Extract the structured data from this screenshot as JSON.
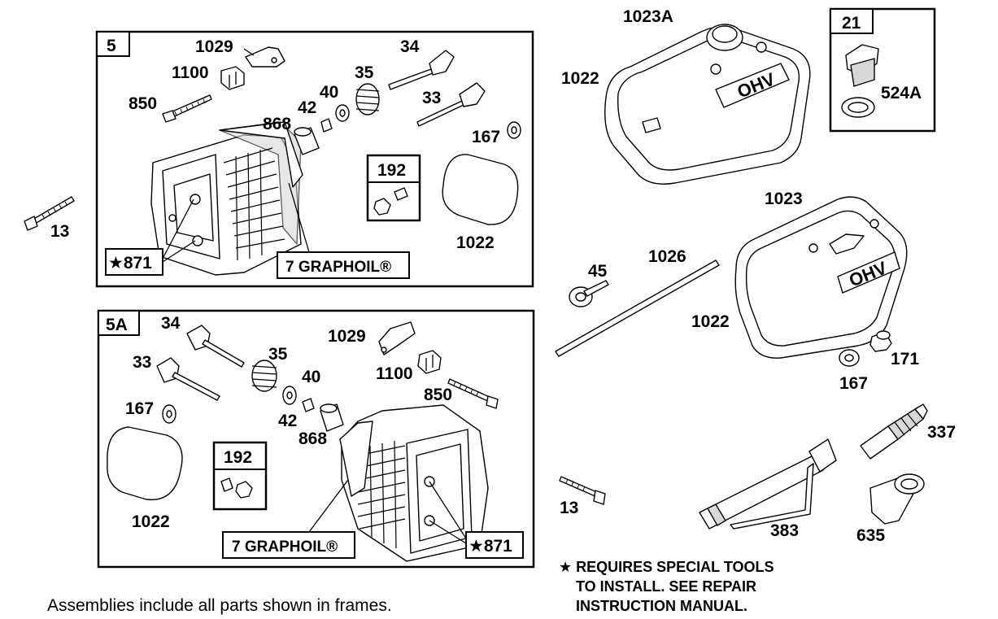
{
  "frames": {
    "frame_5": {
      "tag": "5",
      "labels": {
        "p1029": "1029",
        "p1100": "1100",
        "p850": "850",
        "p34": "34",
        "p35": "35",
        "p40": "40",
        "p42": "42",
        "p868": "868",
        "p33": "33",
        "p167": "167",
        "p1022": "1022",
        "kit192": "192",
        "star871": "★871",
        "graphoil": "7 GRAPHOIL®"
      }
    },
    "frame_5a": {
      "tag": "5A",
      "labels": {
        "p34": "34",
        "p33": "33",
        "p35": "35",
        "p40": "40",
        "p1029": "1029",
        "p1100": "1100",
        "p850": "850",
        "p42": "42",
        "p868": "868",
        "p167": "167",
        "p1022": "1022",
        "kit192": "192",
        "star871": "★871",
        "graphoil": "7 GRAPHOIL®"
      }
    },
    "frame_21": {
      "tag": "21",
      "labels": {
        "p524a": "524A"
      }
    }
  },
  "loose_parts": {
    "p13_upper": "13",
    "p13_lower": "13",
    "p1023a": "1023A",
    "p1022_upper": "1022",
    "p1023": "1023",
    "p1022_lower": "1022",
    "p45": "45",
    "p1026": "1026",
    "p167": "167",
    "p171": "171",
    "p337": "337",
    "p383": "383",
    "p635": "635"
  },
  "cover_embossing": "OHV",
  "notes": {
    "special_tools": [
      "★ REQUIRES SPECIAL TOOLS",
      "TO INSTALL.  SEE REPAIR",
      "INSTRUCTION MANUAL."
    ],
    "assemblies": "Assemblies include all parts shown in frames."
  }
}
